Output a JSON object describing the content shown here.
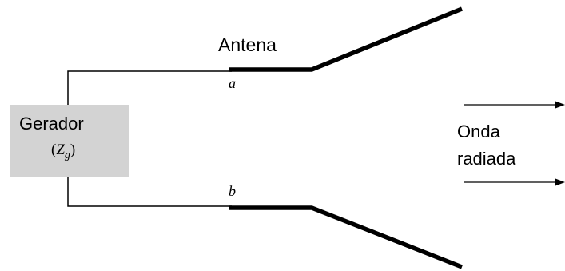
{
  "generator": {
    "label": "Gerador",
    "impedance_symbol": "Z",
    "impedance_subscript": "g",
    "box_color": "#d3d3d3"
  },
  "antenna": {
    "label": "Antena",
    "terminal_a": "a",
    "terminal_b": "b"
  },
  "radiated_wave": {
    "line1": "Onda",
    "line2": "radiada"
  },
  "colors": {
    "line": "#000000",
    "background": "#ffffff"
  }
}
